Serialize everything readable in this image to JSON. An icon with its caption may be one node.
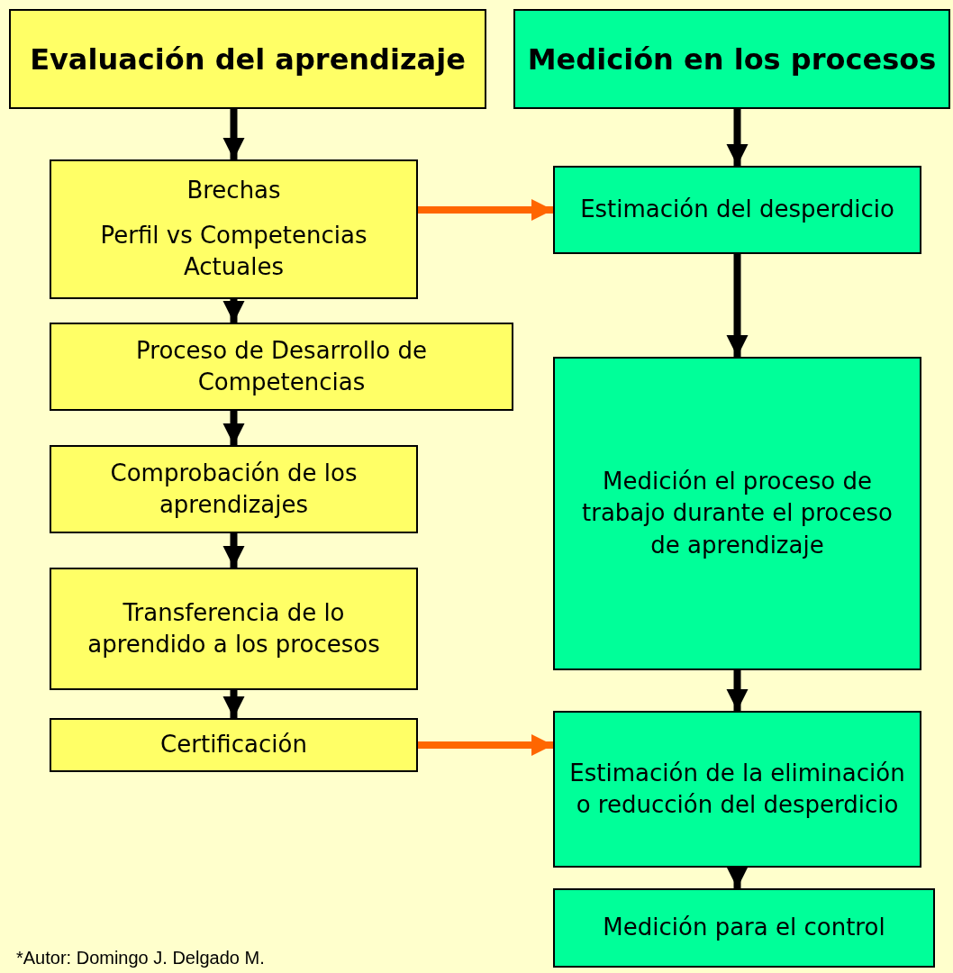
{
  "diagram": {
    "nodes": [
      {
        "text": [
          "Evaluación del aprendizaje"
        ]
      },
      {
        "text": [
          "Medición en los procesos"
        ]
      },
      {
        "text": [
          "Brechas",
          "Perfil vs Competencias Actuales"
        ]
      },
      {
        "text": [
          "Proceso de Desarrollo de Competencias"
        ]
      },
      {
        "text": [
          "Comprobación de los aprendizajes"
        ]
      },
      {
        "text": [
          "Transferencia de lo aprendido a los procesos"
        ]
      },
      {
        "text": [
          "Certificación"
        ]
      },
      {
        "text": [
          "Estimación del desperdicio"
        ]
      },
      {
        "text": [
          "Medición el proceso de trabajo durante el proceso de aprendizaje"
        ]
      },
      {
        "text": [
          "Estimación de la eliminación o reducción del desperdicio"
        ]
      },
      {
        "text": [
          "Medición para el control"
        ]
      }
    ],
    "edges": [
      {
        "from": 0,
        "to": 2,
        "arrow": "to"
      },
      {
        "from": 2,
        "to": 3,
        "arrow": "to"
      },
      {
        "from": 3,
        "to": 4,
        "arrow": "to"
      },
      {
        "from": 4,
        "to": 5,
        "arrow": "to"
      },
      {
        "from": 5,
        "to": 6,
        "arrow": "to"
      },
      {
        "from": 2,
        "to": 7,
        "arrow": "to",
        "color": "#ff6600"
      },
      {
        "from": 6,
        "to": 9,
        "arrow": "to",
        "color": "#ff6600"
      },
      {
        "from": 1,
        "to": 7,
        "arrow": "to"
      },
      {
        "from": 7,
        "to": 8,
        "arrow": "to"
      },
      {
        "from": 8,
        "to": 9,
        "arrow": "to"
      },
      {
        "from": 9,
        "to": 10,
        "arrow": "to"
      }
    ],
    "labels": [
      "*Autor: Domingo J. Delgado M."
    ]
  }
}
